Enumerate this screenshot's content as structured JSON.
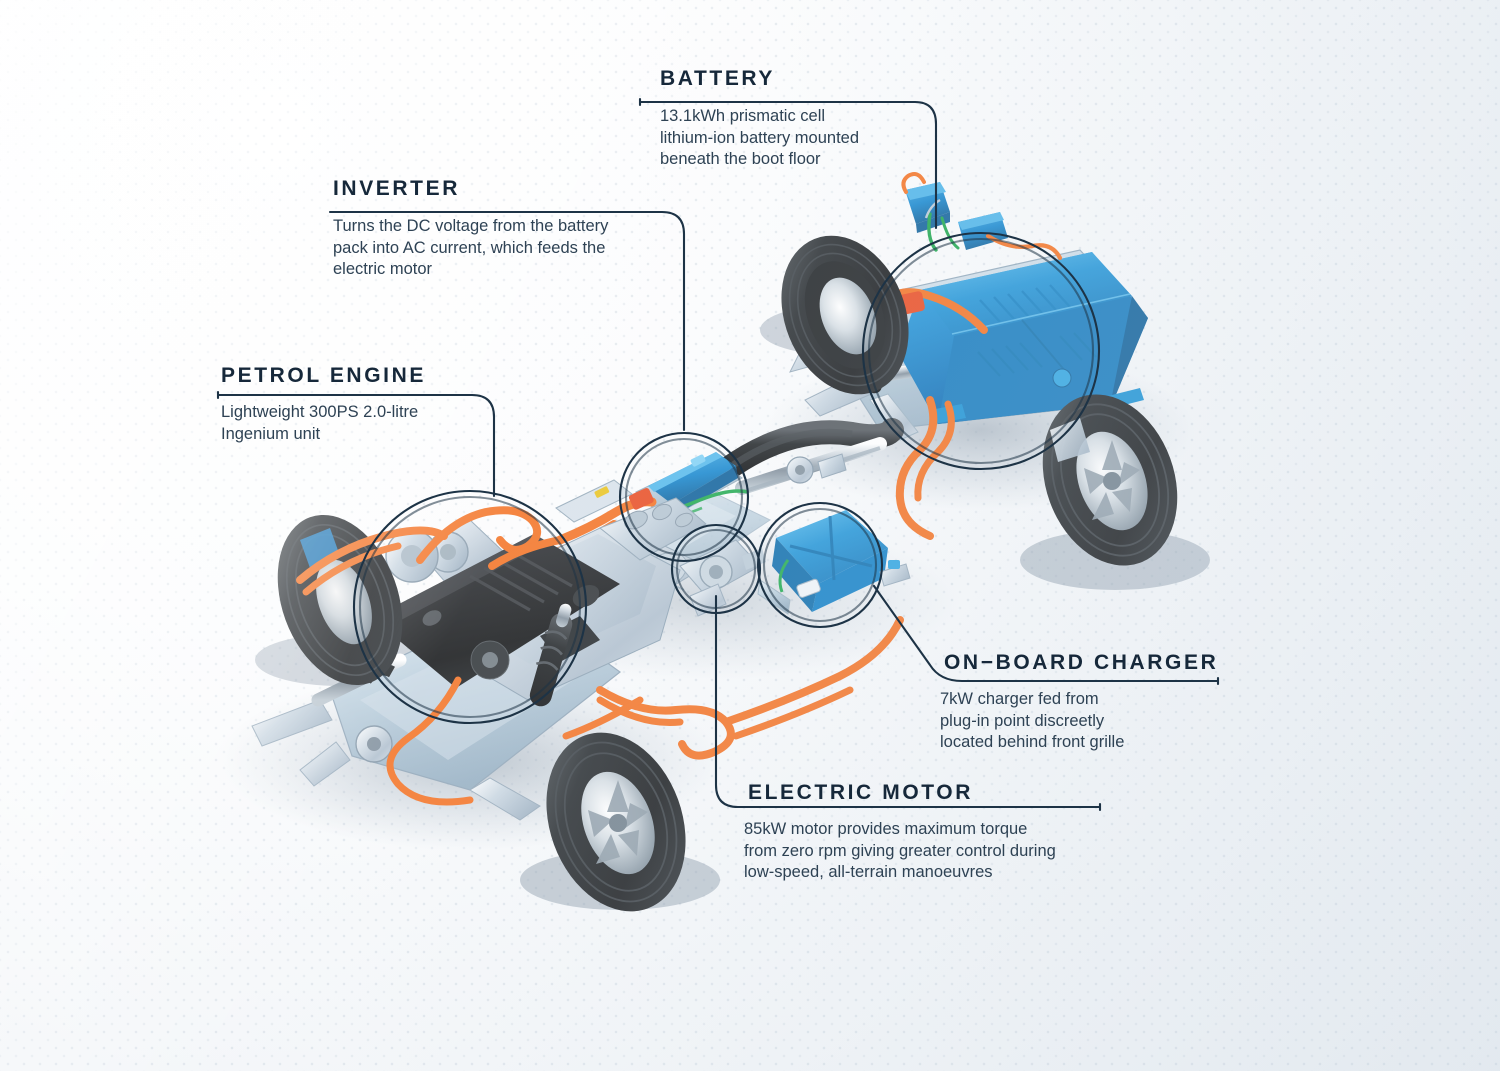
{
  "diagram": {
    "subject": "Plug-in hybrid vehicle powertrain cutaway",
    "accent_color": "#16283a",
    "body_text_color": "#2e4254",
    "hv_cable_color": "#f37021",
    "component_blue": "#1f8fd6",
    "background_color": "#eef2f6"
  },
  "callouts": [
    {
      "id": "battery",
      "title": "BATTERY",
      "body": "13.1kWh prismatic cell\nlithium-ion battery mounted\nbeneath the boot floor"
    },
    {
      "id": "inverter",
      "title": "INVERTER",
      "body": "Turns the DC voltage from the battery\npack into AC current, which feeds the\nelectric motor"
    },
    {
      "id": "petrol-engine",
      "title": "PETROL ENGINE",
      "body": "Lightweight 300PS 2.0-litre\nIngenium unit"
    },
    {
      "id": "on-board-charger",
      "title": "ON−BOARD CHARGER",
      "body": "7kW charger fed from\nplug-in point discreetly\nlocated behind front grille"
    },
    {
      "id": "electric-motor",
      "title": "ELECTRIC MOTOR",
      "body": "85kW motor provides maximum torque\nfrom zero rpm giving greater control during\nlow-speed, all-terrain manoeuvres"
    }
  ]
}
